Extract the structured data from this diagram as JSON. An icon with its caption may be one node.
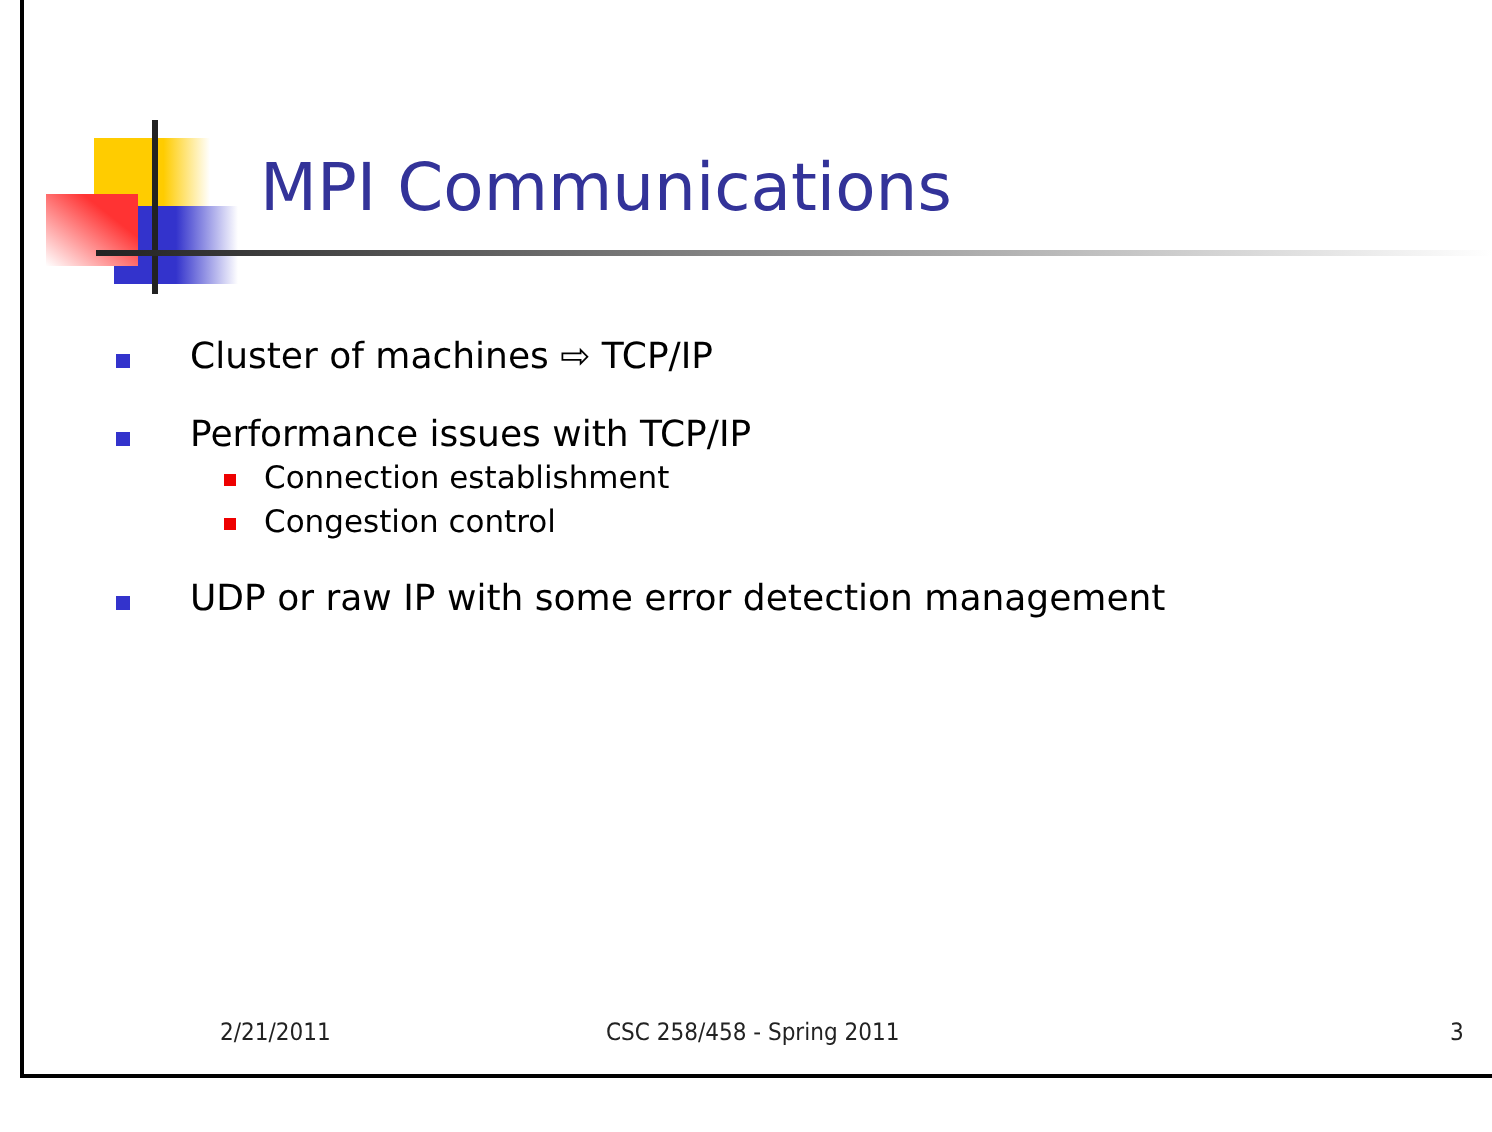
{
  "diagram": {
    "title": "MPI Communications",
    "labels": [
      "Cluster of machines ⇨ TCP/IP",
      "Performance issues with TCP/IP",
      "Connection establishment",
      "Congestion control",
      "UDP or raw IP with some error detection management",
      "2/21/2011",
      "CSC 258/458 - Spring 2011",
      "3"
    ]
  }
}
